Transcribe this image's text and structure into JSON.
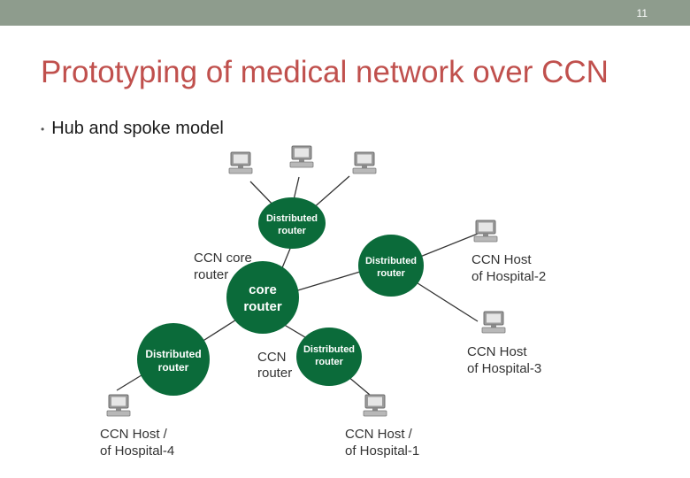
{
  "slide": {
    "number": "11",
    "title": "Prototyping of medical network over CCN",
    "bullet": "Hub and spoke model"
  },
  "diagram": {
    "nodes": {
      "dr_top": [
        "Distributed",
        "router"
      ],
      "dr_right": [
        "Distributed",
        "router"
      ],
      "core": [
        "core",
        "router"
      ],
      "dr_left": [
        "Distributed",
        "router"
      ],
      "dr_bottom": [
        "Distributed",
        "router"
      ]
    },
    "labels": {
      "ccn_core_router": [
        "CCN core",
        "router"
      ],
      "ccn_router": [
        "CCN",
        "router"
      ],
      "host2": [
        "CCN Host",
        "of Hospital-2"
      ],
      "host3": [
        "CCN Host",
        "of Hospital-3"
      ],
      "host4": [
        "CCN Host /",
        "of Hospital-4"
      ],
      "host1": [
        "CCN Host /",
        "of Hospital-1"
      ]
    },
    "colors": {
      "node": "#0b6b3a",
      "title": "#c0504d",
      "topbar": "#8e9c8d"
    },
    "icons": [
      "computer-icon"
    ]
  }
}
